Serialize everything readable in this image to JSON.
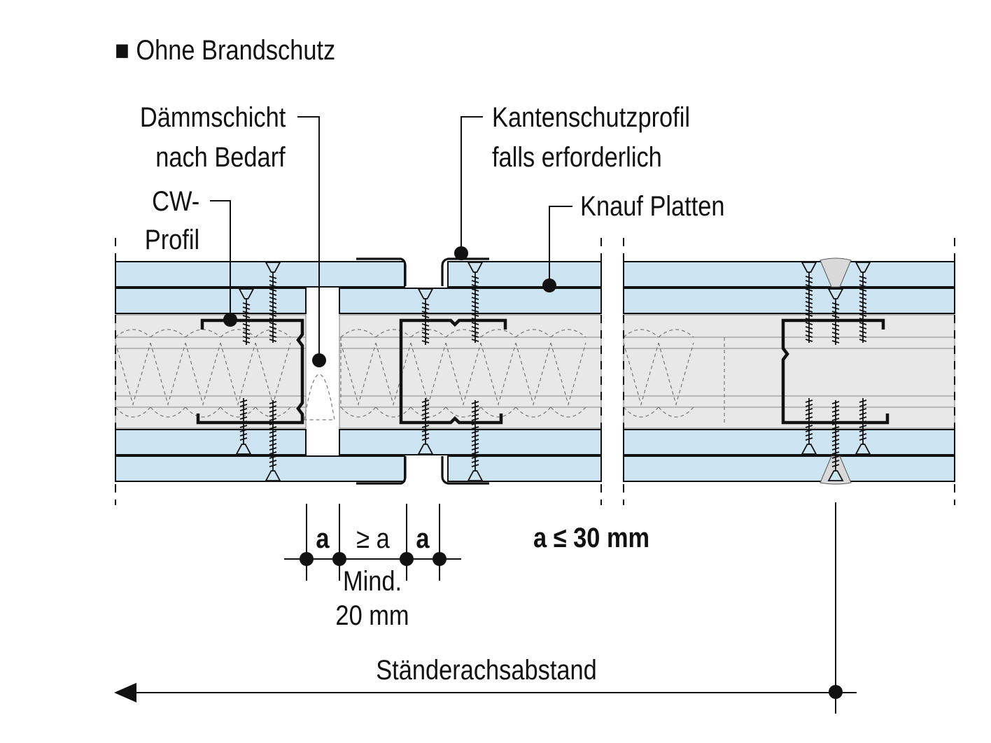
{
  "heading": "■ Ohne Brandschutz",
  "labels": {
    "insulation_line1": "Dämmschicht",
    "insulation_line2": "nach Bedarf",
    "cw_line1": "CW-",
    "cw_line2": "Profil",
    "edge_line1": "Kantenschutzprofil",
    "edge_line2": "falls erforderlich",
    "boards": "Knauf Platten"
  },
  "dimensions": {
    "a_left": "a",
    "gap": "≥ a",
    "a_right": "a",
    "a_max": "a ≤ 30 mm",
    "min_line1": "Mind.",
    "min_line2": "20 mm",
    "stud_spacing": "Ständerachsabstand"
  },
  "colors": {
    "board_fill": "#cde4f2",
    "cavity_fill": "#e8e8e8",
    "line": "#111111"
  }
}
